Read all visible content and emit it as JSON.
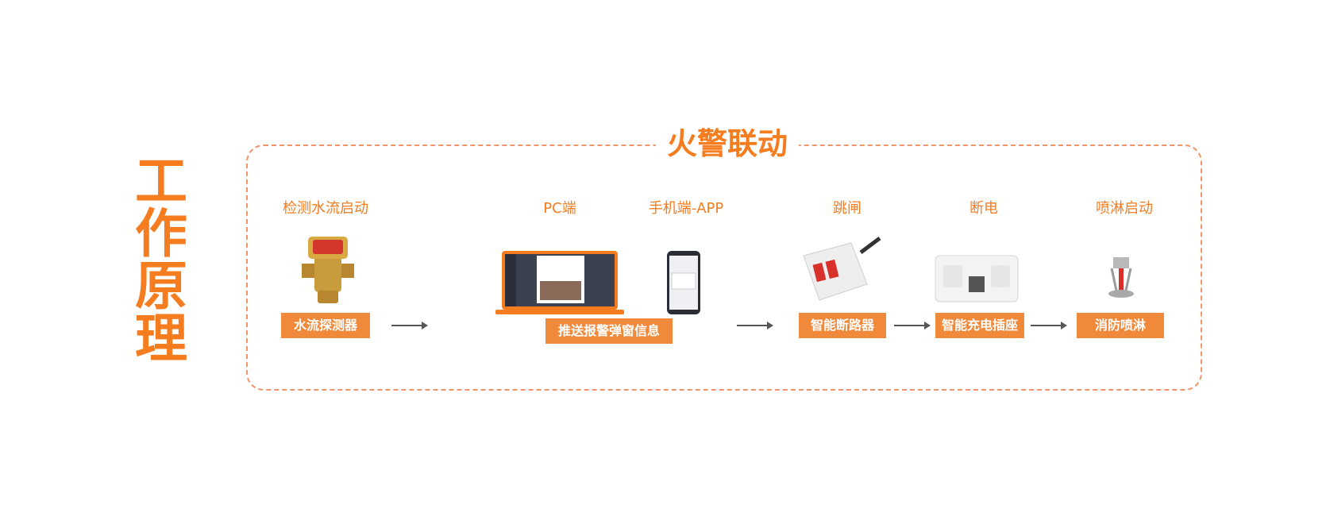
{
  "side_title": "工作原理",
  "frame_title": "火警联动",
  "stages": {
    "detect": "检测水流启动",
    "pc": "PC端",
    "app": "手机端-APP",
    "trip": "跳闸",
    "power_off": "断电",
    "sprinkler": "喷淋启动"
  },
  "tags": {
    "flow_detector": "水流探测器",
    "push_alert": "推送报警弹窗信息",
    "breaker": "智能断路器",
    "socket": "智能充电插座",
    "fire_sprinkler": "消防喷淋"
  },
  "colors": {
    "accent": "#f57c1f",
    "tag_bg": "#f08a3a",
    "frame": "#f0946a"
  }
}
